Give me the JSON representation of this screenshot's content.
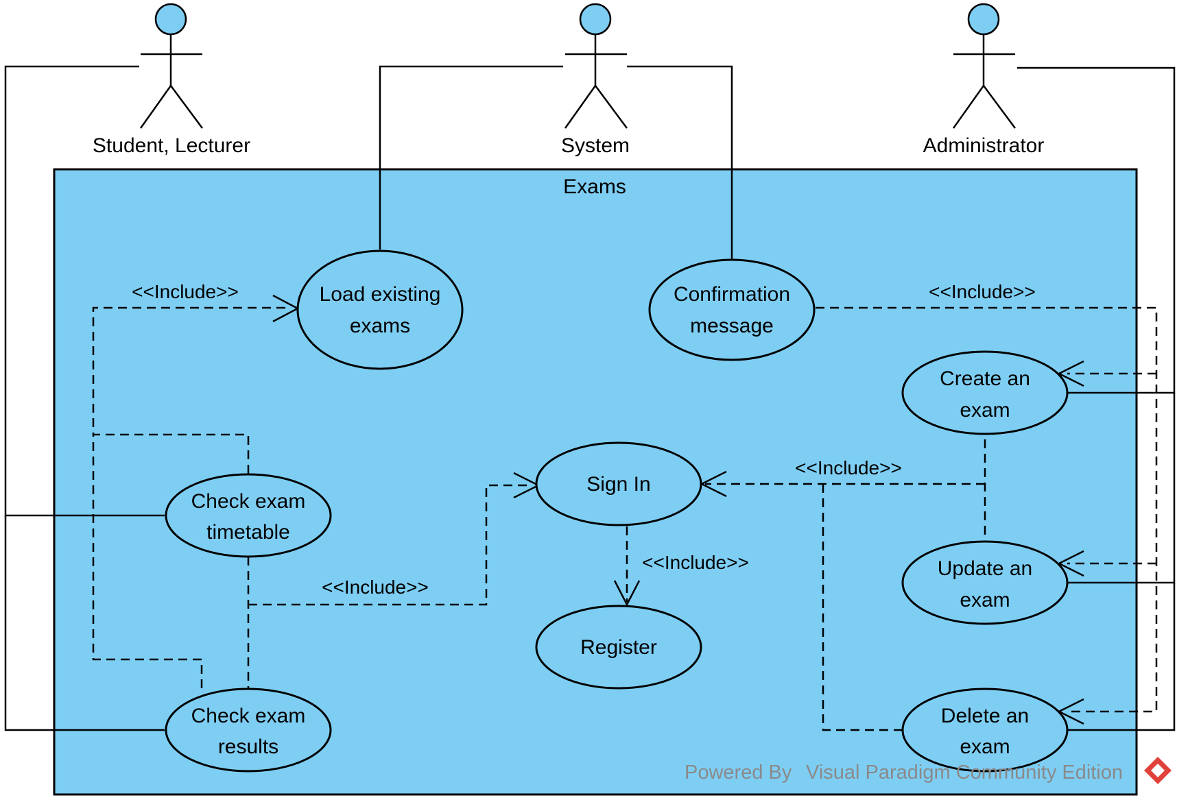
{
  "system_boundary": {
    "name": "Exams",
    "fill": "#7ECEF4"
  },
  "actors": [
    {
      "id": "student",
      "name": "Student, Lecturer"
    },
    {
      "id": "system",
      "name": "System"
    },
    {
      "id": "admin",
      "name": "Administrator"
    }
  ],
  "use_cases": {
    "load": [
      "Load existing",
      "exams"
    ],
    "confirm": [
      "Confirmation",
      "message"
    ],
    "create": [
      "Create an",
      "exam"
    ],
    "signin": [
      "Sign In"
    ],
    "timetable": [
      "Check exam",
      "timetable"
    ],
    "update": [
      "Update an",
      "exam"
    ],
    "register": [
      "Register"
    ],
    "results": [
      "Check exam",
      "results"
    ],
    "delete": [
      "Delete an",
      "exam"
    ]
  },
  "relationships": {
    "include_label": "<<Include>>"
  },
  "watermark": {
    "powered": "Powered By",
    "product": "Visual Paradigm Community Edition",
    "logo_color": "#E0413B"
  }
}
